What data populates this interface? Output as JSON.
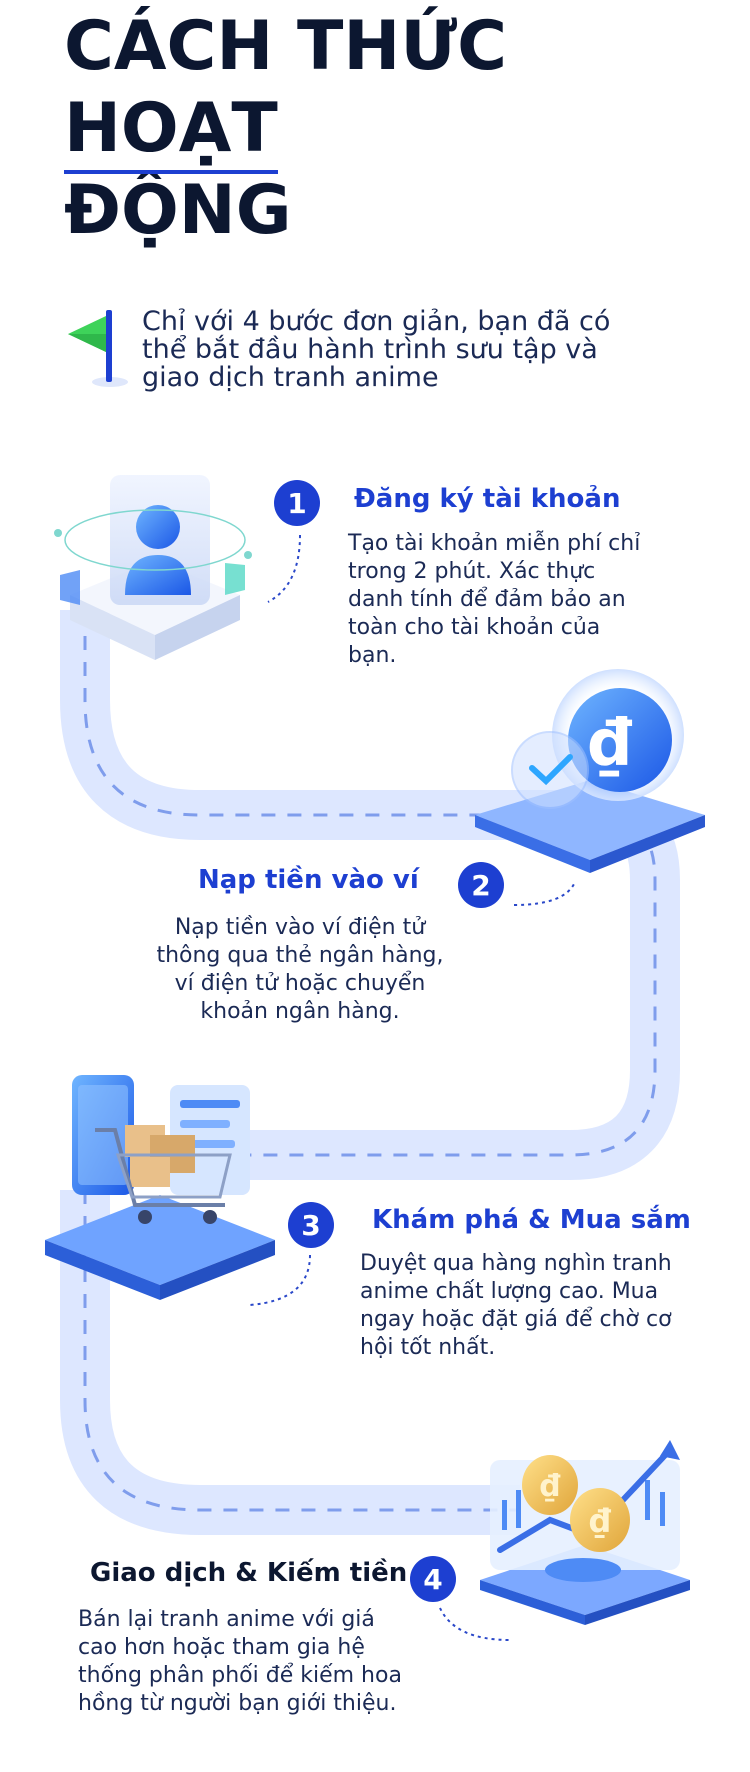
{
  "title": {
    "line1": "CÁCH THỨC HOẠT",
    "line2": "ĐỘNG"
  },
  "intro": {
    "text": "Chỉ với 4 bước đơn giản, bạn đã có thể bắt đầu hành trình sưu tập và giao dịch tranh anime"
  },
  "steps": [
    {
      "number": "1",
      "title": "Đăng ký tài khoản",
      "description": "Tạo tài khoản miễn phí chỉ trong 2 phút. Xác thực danh tính để đảm bảo an toàn cho tài khoản của bạn.",
      "icon": "user-account-icon"
    },
    {
      "number": "2",
      "title": "Nạp tiền vào ví",
      "description": "Nạp tiền vào ví điện tử thông qua thẻ ngân hàng, ví điện tử hoặc chuyển khoản ngân hàng.",
      "icon": "dong-coin-wallet-icon",
      "currency_symbol": "₫"
    },
    {
      "number": "3",
      "title": "Khám phá & Mua sắm",
      "description": "Duyệt qua hàng nghìn tranh anime chất lượng cao. Mua ngay hoặc đặt giá để chờ cơ hội tốt nhất.",
      "icon": "shopping-cart-icon"
    },
    {
      "number": "4",
      "title": "Giao dịch & Kiếm tiền",
      "description": "Bán lại tranh anime với giá cao hơn hoặc tham gia hệ thống phân phối để kiếm hoa hồng từ người bạn giới thiệu.",
      "icon": "trading-coins-chart-icon",
      "currency_symbol": "₫"
    }
  ],
  "colors": {
    "accent": "#1d3fd1",
    "road": "#dbe6ff",
    "road_dash": "#7f9dec",
    "title": "#0c1730",
    "flag": "#3ed35a"
  }
}
